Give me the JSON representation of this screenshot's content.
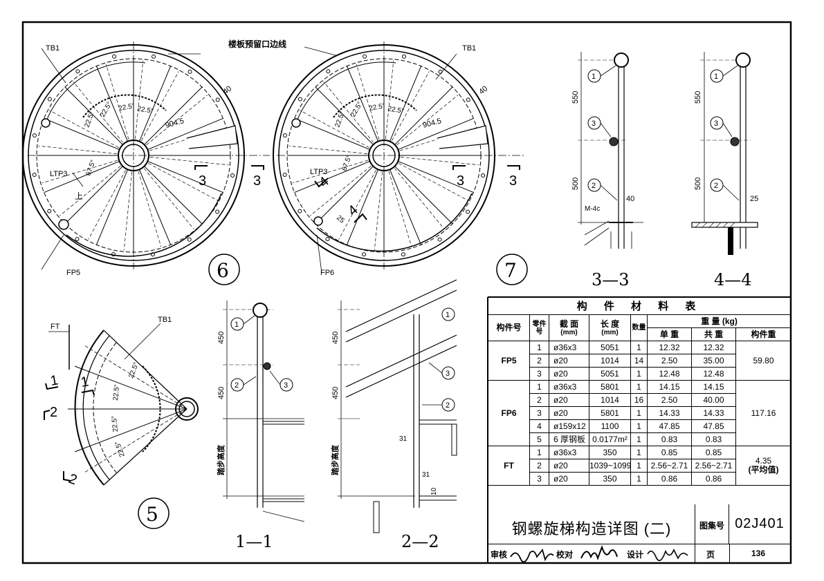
{
  "drawing": {
    "label_floor_edge": "楼板预留口边线",
    "view6": {
      "number": "6",
      "tb": "TB1",
      "ltp": "LTP3",
      "fp": "FP5",
      "up": "上",
      "dim_40": "40",
      "dim_radius": "904.5",
      "angle_step": "22.5°",
      "angle_675": "67.5°",
      "section_3": "3"
    },
    "view7": {
      "number": "7",
      "tb": "TB1",
      "ltp": "LTP3",
      "fp": "FP6",
      "dim_40": "40",
      "dim_radius": "904.5",
      "angle_step": "22.5°",
      "angle_675": "67.5°",
      "dim_25": "25",
      "section_3": "3",
      "section_4": "4"
    },
    "view5": {
      "number": "5",
      "ft": "FT",
      "tb": "TB1",
      "section_1": "1",
      "section_2": "2",
      "angle_step": "22.5°"
    },
    "sec33": {
      "title": "3—3",
      "dim_550": "550",
      "dim_500": "500",
      "dim_40": "40",
      "embed": "M-4c",
      "parts": [
        "1",
        "3",
        "2"
      ]
    },
    "sec44": {
      "title": "4—4",
      "dim_550": "550",
      "dim_500": "500",
      "dim_25": "25",
      "parts": [
        "1",
        "3",
        "2"
      ]
    },
    "sec11": {
      "title": "1—1",
      "dim_450a": "450",
      "dim_450b": "450",
      "step_height": "踏步高度",
      "parts": [
        "1",
        "2",
        "3"
      ]
    },
    "sec22": {
      "title": "2—2",
      "dim_450a": "450",
      "dim_450b": "450",
      "step_height": "踏步高度",
      "dim_31a": "31",
      "dim_31b": "31",
      "dim_10": "10",
      "parts": [
        "1",
        "3",
        "2"
      ]
    }
  },
  "material_table": {
    "title": "构 件 材 料 表",
    "headers": {
      "part_no": "构件号",
      "zero_part": "零件号",
      "section": "截 面",
      "section_unit": "(mm)",
      "length": "长 度",
      "length_unit": "(mm)",
      "qty": "数量",
      "weight": "重 量 (kg)",
      "unit_weight": "单 重",
      "total_weight": "共 重",
      "member_weight": "构件重"
    },
    "groups": [
      {
        "name": "FP5",
        "member_weight": "59.80",
        "rows": [
          [
            "1",
            "ø36x3",
            "5051",
            "1",
            "12.32",
            "12.32"
          ],
          [
            "2",
            "ø20",
            "1014",
            "14",
            "2.50",
            "35.00"
          ],
          [
            "3",
            "ø20",
            "5051",
            "1",
            "12.48",
            "12.48"
          ]
        ]
      },
      {
        "name": "FP6",
        "member_weight": "117.16",
        "rows": [
          [
            "1",
            "ø36x3",
            "5801",
            "1",
            "14.15",
            "14.15"
          ],
          [
            "2",
            "ø20",
            "1014",
            "16",
            "2.50",
            "40.00"
          ],
          [
            "3",
            "ø20",
            "5801",
            "1",
            "14.33",
            "14.33"
          ],
          [
            "4",
            "ø159x12",
            "1100",
            "1",
            "47.85",
            "47.85"
          ],
          [
            "5",
            "6 厚钢板",
            "0.0177m²",
            "1",
            "0.83",
            "0.83"
          ]
        ]
      },
      {
        "name": "FT",
        "member_weight": "4.35",
        "member_weight_note": "(平均值)",
        "rows": [
          [
            "1",
            "ø36x3",
            "350",
            "1",
            "0.85",
            "0.85"
          ],
          [
            "2",
            "ø20",
            "1039~1099",
            "1",
            "2.56~2.71",
            "2.56~2.71"
          ],
          [
            "3",
            "ø20",
            "350",
            "1",
            "0.86",
            "0.86"
          ]
        ]
      }
    ]
  },
  "title_block": {
    "title": "钢螺旋梯构造详图 (二)",
    "atlas_label": "图集号",
    "atlas_no": "02J401",
    "review_label": "审核",
    "check_label": "校对",
    "design_label": "设计",
    "page_label": "页",
    "page_no": "136"
  }
}
